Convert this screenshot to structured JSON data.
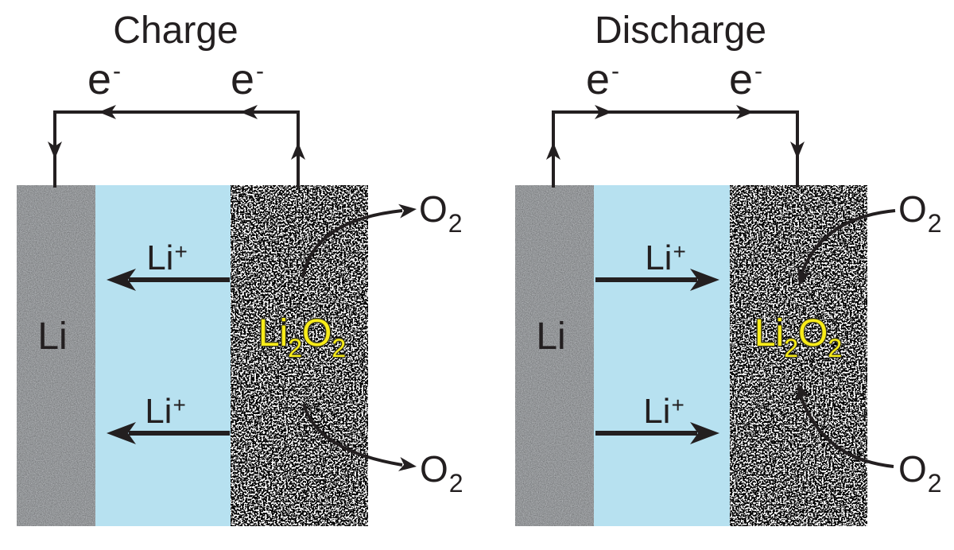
{
  "panels": [
    {
      "title": "Charge",
      "electron": {
        "base": "e",
        "sup": "-"
      },
      "ion": {
        "base": "Li",
        "sup": "+"
      },
      "anode": "Li",
      "product": {
        "f1": "Li",
        "s1": "2",
        "f2": "O",
        "s2": "2"
      },
      "gas": {
        "base": "O",
        "sub": "2"
      }
    },
    {
      "title": "Discharge",
      "electron": {
        "base": "e",
        "sup": "-"
      },
      "ion": {
        "base": "Li",
        "sup": "+"
      },
      "anode": "Li",
      "product": {
        "f1": "Li",
        "s1": "2",
        "f2": "O",
        "s2": "2"
      },
      "gas": {
        "base": "O",
        "sub": "2"
      }
    }
  ],
  "colors": {
    "anode_gray": "#aeb1b4",
    "electrolyte_blue": "#b7e1f0",
    "cathode_speckle_dark": "#1d1d1f",
    "cathode_speckle_light": "#ffffff",
    "product_yellow": "#f8ec19",
    "ink": "#231f20",
    "background": "#ffffff"
  }
}
